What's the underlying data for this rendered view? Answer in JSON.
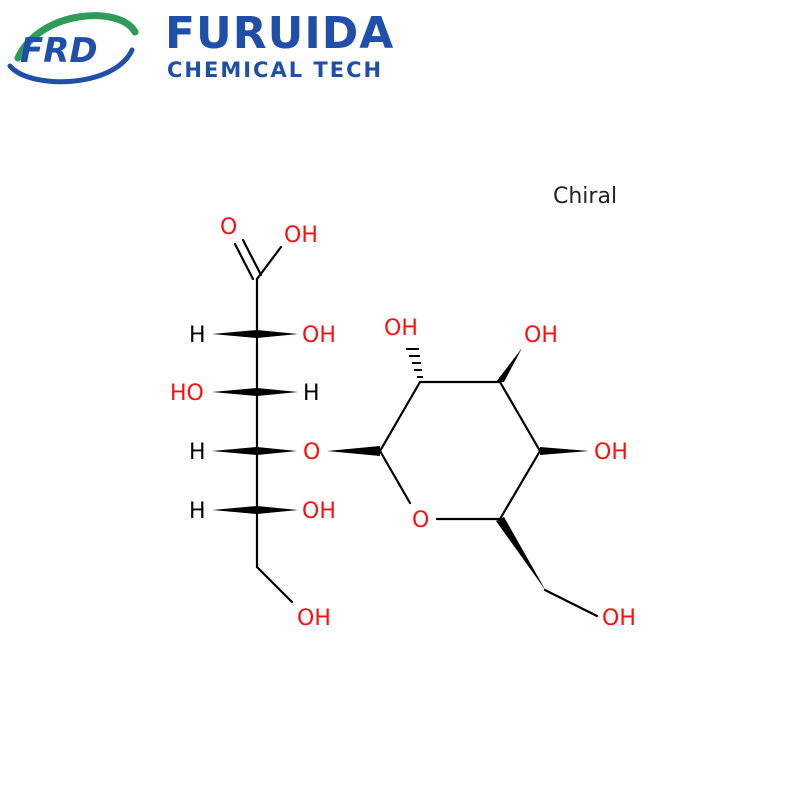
{
  "brand": {
    "mark": "FRD",
    "name": "FURUIDA",
    "subtitle": "CHEMICAL TECH",
    "colors": {
      "blue": "#1f4fa8",
      "green": "#2e9b57"
    }
  },
  "label": "Chiral",
  "atoms": {
    "carboxyl_o": "O",
    "carboxyl_oh": "OH",
    "c2_h": "H",
    "c2_oh": "OH",
    "c3_ho": "HO",
    "c3_h": "H",
    "c4_h": "H",
    "link_o": "O",
    "c5_h": "H",
    "c5_oh": "OH",
    "c6_oh": "OH",
    "ring_c2_oh": "OH",
    "ring_c3_oh": "OH",
    "ring_c4_oh": "OH",
    "ring_o": "O",
    "ring_c6_oh": "OH"
  },
  "colors": {
    "oxygen": "#ff0d0d",
    "carbon_bond": "#000000"
  }
}
